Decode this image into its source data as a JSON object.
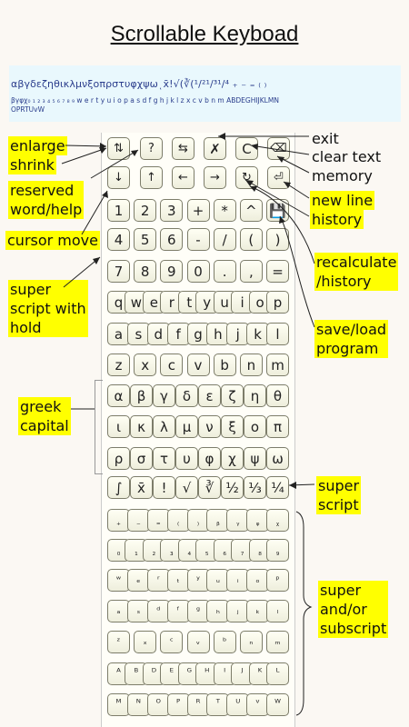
{
  "title": "Scrollable Keyboad",
  "preview": {
    "line1": "αβγδεζηθικλμνξοπρστυφχψωͺx̄!√(∛(¹/²¹/³¹/⁴ ₊ ₋ ₌ ₍ ₎",
    "line2": "βγφχ₀ ₁ ₂ ₃ ₄ ₅ ₆ ₇ ₈ ₉ w e r t y u i o p a s d f g h j k l z x c v b n m ABDEGHIJKLMN",
    "line3": "OPRTUvW"
  },
  "keys": {
    "r1": [
      "⇅",
      "?",
      "⇆",
      "✗",
      "C",
      "⌫"
    ],
    "r2": [
      "↓",
      "↑",
      "←",
      "→",
      "↻",
      "⏎"
    ],
    "r3": [
      "1",
      "2",
      "3",
      "+",
      "*",
      "^",
      "💾"
    ],
    "r4": [
      "4",
      "5",
      "6",
      "-",
      "/",
      "(",
      ")"
    ],
    "r5": [
      "7",
      "8",
      "9",
      "0",
      ".",
      ",",
      "="
    ],
    "r6": [
      "q",
      "w",
      "e",
      "r",
      "t",
      "y",
      "u",
      "i",
      "o",
      "p"
    ],
    "r7": [
      "a",
      "s",
      "d",
      "f",
      "g",
      "h",
      "j",
      "k",
      "l"
    ],
    "r8": [
      "z",
      "x",
      "c",
      "v",
      "b",
      "n",
      "m"
    ],
    "r9": [
      "α",
      "β",
      "γ",
      "δ",
      "ε",
      "ζ",
      "η",
      "θ"
    ],
    "r10": [
      "ι",
      "κ",
      "λ",
      "μ",
      "ν",
      "ξ",
      "ο",
      "π"
    ],
    "r11": [
      "ρ",
      "σ",
      "τ",
      "υ",
      "φ",
      "χ",
      "ψ",
      "ω"
    ],
    "r12": [
      "∫",
      "x̄",
      "!",
      "√",
      "∛",
      "½",
      "⅓",
      "¼"
    ],
    "r13": [
      "₊",
      "₋",
      "₌",
      "₍",
      "₎",
      "ᵦ",
      "ᵧ",
      "ᵩ",
      "ᵪ"
    ],
    "r14": [
      "₀",
      "₁",
      "₂",
      "₃",
      "₄",
      "₅",
      "₆",
      "₇",
      "₈",
      "₉"
    ],
    "r15": [
      "ʷ",
      "ₑ",
      "ʳ",
      "ₜ",
      "ʸ",
      "ᵤ",
      "ᵢ",
      "ₒ",
      "ᵖ"
    ],
    "r16": [
      "ₐ",
      "ₛ",
      "ᵈ",
      "ᶠ",
      "ᵍ",
      "ₕ",
      "ⱼ",
      "ₖ",
      "ₗ"
    ],
    "r17": [
      "ᶻ",
      "ₓ",
      "ᶜ",
      "ᵥ",
      "ᵇ",
      "ₙ",
      "ₘ"
    ],
    "r18": [
      "ᴬ",
      "ᴮ",
      "ᴰ",
      "ᴱ",
      "ᴳ",
      "ᴴ",
      "ᴵ",
      "ᴶ",
      "ᴷ",
      "ᴸ"
    ],
    "r19": [
      "ᴹ",
      "ᴺ",
      "ᴼ",
      "ᴾ",
      "ᴿ",
      "ᵀ",
      "ᵁ",
      "ᵛ",
      "ᵂ"
    ]
  },
  "labels": {
    "enlarge": "enlarge",
    "shrink": "shrink",
    "reserved": "reserved\nword/help",
    "cursor": "cursor move",
    "superhold": "super\nscript with\nhold",
    "greek": "greek\ncapital",
    "exit": "exit",
    "clear": "clear text",
    "memory": "memory",
    "newline": "new line",
    "history": "history",
    "recalc": "recalculate\n/history",
    "saveload": "save/load\nprogram",
    "superscript": "super\nscript",
    "supsub": "super\nand/or\nsubscript"
  },
  "colors": {
    "label_bg": "#ffff00",
    "preview_bg": "#e9f8fd",
    "preview_text": "#2a3d8c"
  }
}
